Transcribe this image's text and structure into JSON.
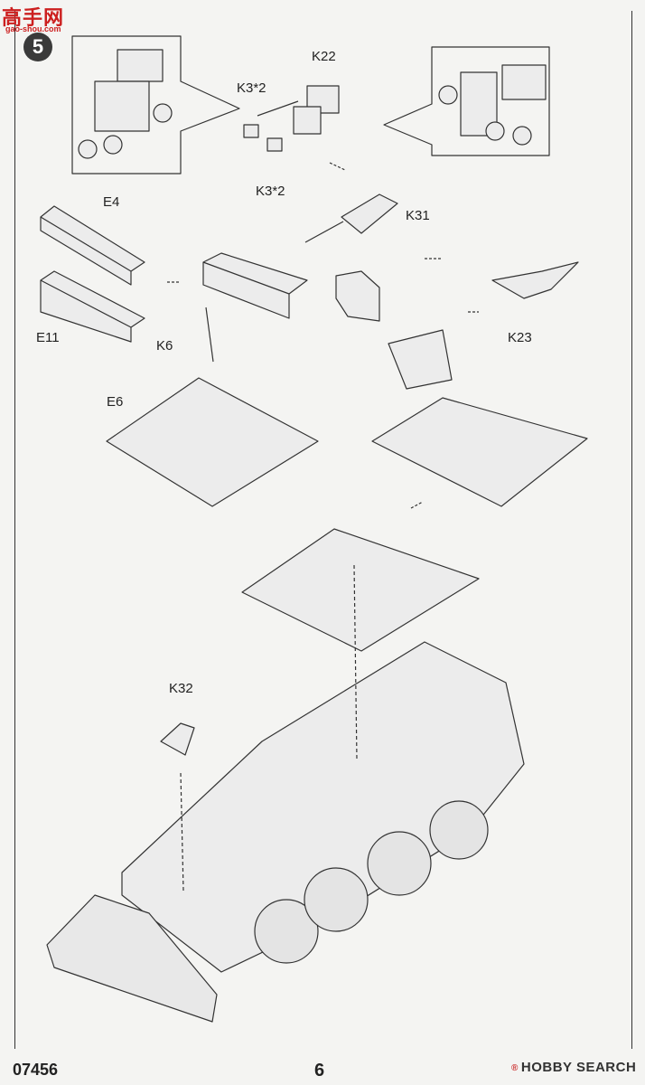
{
  "watermark": {
    "logo": "高手网",
    "sub": "gao-shou.com"
  },
  "step_number": "5",
  "labels": {
    "k22": "K22",
    "k3_top": "K3*2",
    "k3_bottom": "K3*2",
    "k31": "K31",
    "e4": "E4",
    "e11": "E11",
    "k6": "K6",
    "k23": "K23",
    "e6": "E6",
    "k32": "K32"
  },
  "footer": {
    "product_code": "07456",
    "page_number": "6",
    "brand": "HOBBY SEARCH",
    "brand_mark": "®"
  }
}
